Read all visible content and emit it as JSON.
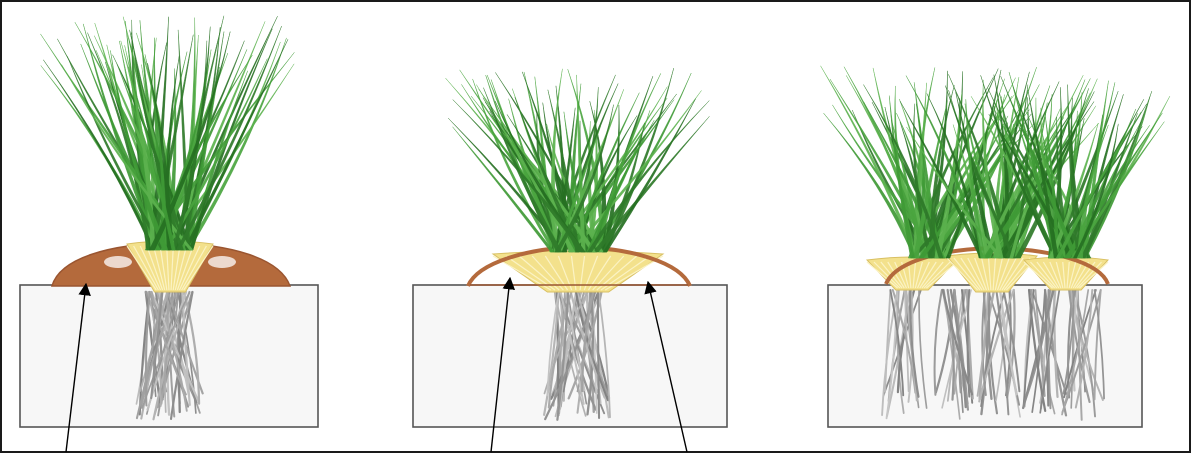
{
  "colors": {
    "frame": "#1a1a1a",
    "pot_fill": "#f7f7f7",
    "pot_stroke": "#555555",
    "soil_brown": "#b46a3c",
    "soil_edge": "#9a5530",
    "crown_yellow": "#f3e18c",
    "crown_pale": "#fbf3c4",
    "leaf_dark": "#2f7a2a",
    "leaf_mid": "#3f9a36",
    "leaf_light": "#5cb24e",
    "root_gray": "#9a9a9a",
    "arrow": "#000000"
  },
  "panels": [
    {
      "stage": "soil-mounded-above-crown"
    },
    {
      "stage": "thin-soil-layer-over-crown"
    },
    {
      "stage": "bare-crown-multiple-clumps"
    }
  ],
  "icons": [
    "arrow-icon",
    "grass-clump-icon",
    "root-mass-icon",
    "pot-icon"
  ]
}
